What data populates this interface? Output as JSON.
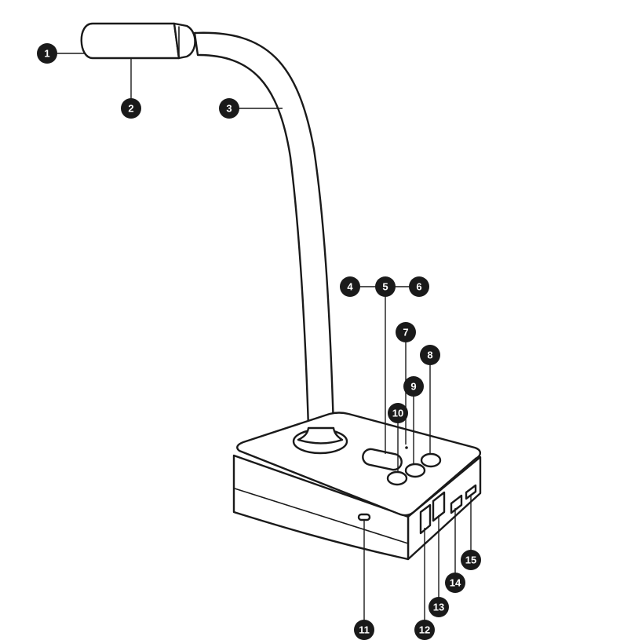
{
  "callouts": [
    {
      "id": "callout-1",
      "label": "1"
    },
    {
      "id": "callout-2",
      "label": "2"
    },
    {
      "id": "callout-3",
      "label": "3"
    },
    {
      "id": "callout-4",
      "label": "4"
    },
    {
      "id": "callout-5",
      "label": "5"
    },
    {
      "id": "callout-6",
      "label": "6"
    },
    {
      "id": "callout-7",
      "label": "7"
    },
    {
      "id": "callout-8",
      "label": "8"
    },
    {
      "id": "callout-9",
      "label": "9"
    },
    {
      "id": "callout-10",
      "label": "10"
    },
    {
      "id": "callout-11",
      "label": "11"
    },
    {
      "id": "callout-12",
      "label": "12"
    },
    {
      "id": "callout-13",
      "label": "13"
    },
    {
      "id": "callout-14",
      "label": "14"
    },
    {
      "id": "callout-15",
      "label": "15"
    }
  ],
  "colors": {
    "ink": "#1a1a1a",
    "paper": "#ffffff"
  }
}
